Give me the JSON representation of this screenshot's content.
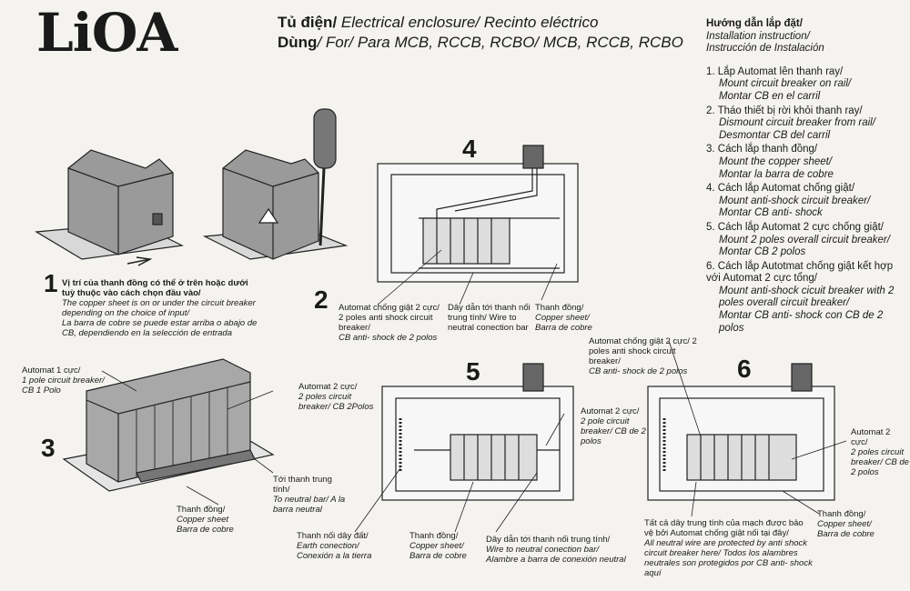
{
  "logo": "LiOA",
  "title": {
    "line1_vi": "Tủ điện/",
    "line1_rest": " Electrical enclosure/ Recinto eléctrico",
    "line2_vi": "Dùng",
    "line2_rest": "/ For/  Para MCB, RCCB, RCBO/  MCB, RCCB, RCBO"
  },
  "instructions": {
    "heading_vi": "Hướng dẫn lắp đặt/",
    "heading_en": "Installation instruction/",
    "heading_es": "Instrucción de Instalación",
    "steps": [
      {
        "vi": "1. Lắp Automat lên thanh ray/",
        "en": "Mount circuit breaker on rail/",
        "es": "Montar CB en el carril"
      },
      {
        "vi": "2. Tháo thiết bị rời khỏi thanh ray/",
        "en": "Dismount circuit breaker from rail/",
        "es": "Desmontar CB del carril"
      },
      {
        "vi": "3. Cách lắp thanh đồng/",
        "en": "Mount the copper sheet/",
        "es": "Montar la barra de cobre"
      },
      {
        "vi": "4. Cách lắp Automat chống giật/",
        "en": "Mount anti-shock circuit breaker/",
        "es": "Montar CB anti- shock"
      },
      {
        "vi": "5. Cách lắp Automat 2 cực chống giật/",
        "en": "Mount 2 poles overall circuit breaker/",
        "es": "Montar CB 2 polos"
      },
      {
        "vi": "6. Cách lắp Autotmat chống giật kết hợp với Automat 2 cực tổng/",
        "en": "Mount anti-shock cicuit breaker with 2 poles overall circuit breaker/",
        "es": "Montar CB anti- shock con CB de 2 polos"
      }
    ]
  },
  "step_numbers": [
    "1",
    "2",
    "3",
    "4",
    "5",
    "6"
  ],
  "captions": {
    "c1_vi": "Vị trí của thanh đồng có thể ở trên hoặc dưới tuỳ thuộc vào cách chọn đầu vào/",
    "c1_en": "The copper sheet is on or under the circuit breaker depending on the choice of input/",
    "c1_es": "La barra de cobre se puede estar arriba o abajo de CB, dependiendo en la selección de entrada",
    "c2a_vi": "Automat chống giật 2 cực/ 2 poles anti shock circuit breaker/",
    "c2a_es": "CB anti- shock de 2 polos",
    "c2b": "Dây dẫn tới thanh nối trung tính/ Wire to neutral conection bar",
    "c2c_vi": "Thanh đồng/",
    "c2c_es": "Copper sheet/ Barra de cobre",
    "c3a_vi": "Automat 1 cực/",
    "c3a_es": "1 pole circuit breaker/ CB 1 Polo",
    "c3b_vi": "Automat 2 cực/",
    "c3b_es": "2 poles circuit breaker/ CB 2Polos",
    "c3c_vi": "Tới thanh trung tính/",
    "c3c_es": "To neutral bar/ A la barra neutral",
    "c3d_vi": "Thanh đồng/",
    "c3d_es": "Copper sheet Barra de cobre",
    "c5a_vi": "Automat 2 cực/",
    "c5a_es": "2 pole circuit breaker/ CB de 2 polos",
    "c5b_vi": "Thanh nối dây đất/",
    "c5b_es": "Earth conection/ Conexión a la tierra",
    "c5c_vi": "Thanh đồng/",
    "c5c_es": "Copper sheet/ Barra de cobre",
    "c5d_vi": "Dây dẫn tới thanh nối trung tính/",
    "c5d_es": "Wire to neutral conection bar/ Alambre a barra de conexión neutral",
    "c6a_vi": "Automat chống giật 2 cực/ 2 poles anti shock circuit breaker/",
    "c6a_es": "CB anti- shock de 2 polos",
    "c6b_vi": "Automat 2 cực/",
    "c6b_es": "2 poles circuit breaker/ CB de 2 polos",
    "c6c_vi": "Thanh đồng/",
    "c6c_es": "Copper sheet/ Barra de cobre",
    "c6d_vi": "Tất cả dây trung tính của mạch được bảo vệ bởi Automat chống giật nối tại đây/",
    "c6d_es": "All neutral wire are protected by anti shock circuit breaker here/ Todos los alambres neutrales son protegidos por CB anti- shock aquí"
  }
}
